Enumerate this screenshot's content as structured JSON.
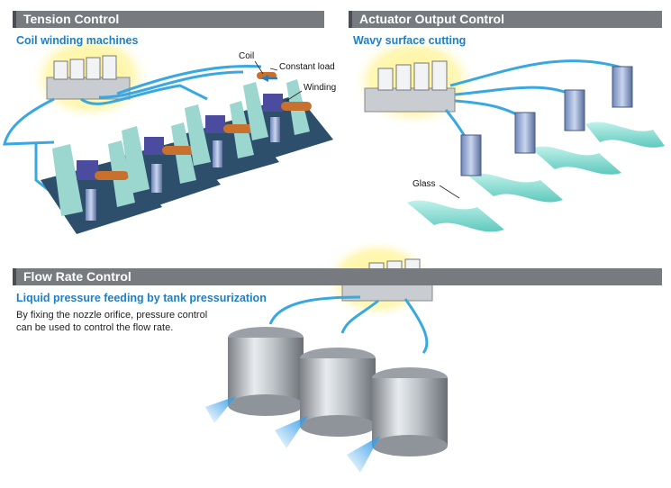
{
  "sections": {
    "tension": {
      "title": "Tension Control",
      "subtitle": "Coil winding machines",
      "labels": {
        "coil": "Coil",
        "constant_load": "Constant load",
        "winding": "Winding"
      }
    },
    "actuator": {
      "title": "Actuator Output Control",
      "subtitle": "Wavy surface cutting",
      "labels": {
        "glass": "Glass"
      }
    },
    "flow": {
      "title": "Flow Rate Control",
      "subtitle": "Liquid pressure feeding by tank pressurization",
      "description_line1": "By fixing the nozzle orifice, pressure control",
      "description_line2": "can be used to control the flow rate."
    }
  },
  "colors": {
    "header_bg": "#777a7e",
    "accent_blue": "#1f7fc4",
    "tube_blue": "#3aa8e0",
    "highlight_yellow": "#fff59a"
  }
}
